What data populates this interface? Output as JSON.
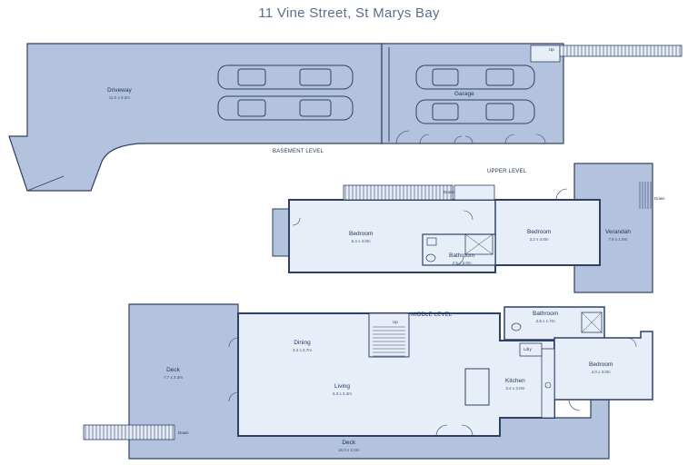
{
  "title": "11 Vine Street, St Marys Bay",
  "levels": {
    "basement": "BASEMENT LEVEL",
    "upper": "UPPER LEVEL",
    "middle": "MIDDLE LEVEL"
  },
  "rooms": {
    "driveway": {
      "name": "Driveway",
      "size": "11.0 x 6.0m"
    },
    "garage": {
      "name": "Garage"
    },
    "bedroom_upper_left": {
      "name": "Bedroom",
      "size": "5.4 x 4.0m"
    },
    "bathroom_upper": {
      "name": "Bathroom",
      "size": "2.5 x 2.0m"
    },
    "bedroom_upper_right": {
      "name": "Bedroom",
      "size": "3.2 x 4.0m"
    },
    "verandah": {
      "name": "Verandah",
      "size": "7.8 x 1.8m"
    },
    "dining": {
      "name": "Dining",
      "size": "3.4 x 2.7m"
    },
    "living": {
      "name": "Living",
      "size": "6.3 x 4.3m"
    },
    "kitchen": {
      "name": "Kitchen",
      "size": "3.4 x 3.0m"
    },
    "bathroom_middle": {
      "name": "Bathroom",
      "size": "2.5 x 1.7m"
    },
    "bedroom_middle": {
      "name": "Bedroom",
      "size": "4.0 x 3.0m"
    },
    "deck_left": {
      "name": "Deck",
      "size": "7.7 x 3.3m"
    },
    "deck_bottom": {
      "name": "Deck",
      "size": "15.0 x 2.0m"
    }
  },
  "markers": {
    "up": "Up",
    "down": "Down",
    "laundry": "Ldry"
  },
  "colors": {
    "outdoor": "#b3c2dd",
    "indoor": "#e8eef8",
    "wall": "#2e4066"
  }
}
